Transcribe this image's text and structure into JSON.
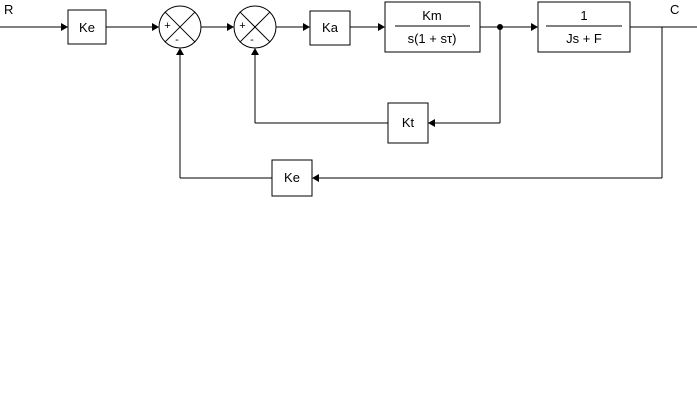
{
  "diagram": {
    "input_label": "R",
    "output_label": "C",
    "blocks": {
      "ke_forward": "Ke",
      "ka": "Ka",
      "km_numerator": "Km",
      "km_denominator": "s(1 + sτ)",
      "plant_numerator": "1",
      "plant_denominator": "Js + F",
      "kt_feedback": "Kt",
      "ke_feedback": "Ke"
    },
    "summing_junctions": {
      "plus": "+",
      "minus": "-"
    },
    "colors": {
      "line": "#000000",
      "block_fill": "#ffffff",
      "background": "#ffffff"
    }
  }
}
